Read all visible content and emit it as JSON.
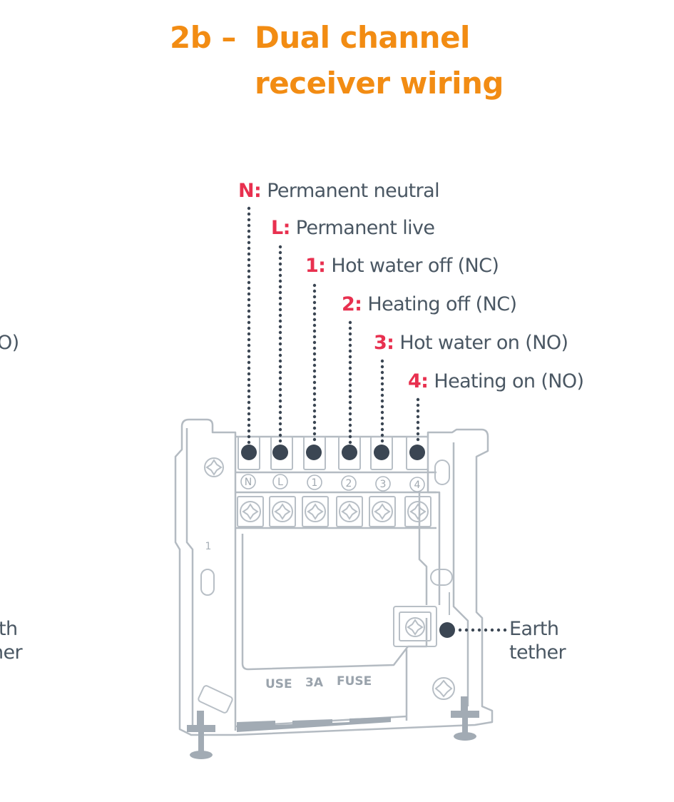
{
  "title": {
    "prefix": "2b –",
    "line1": "Dual channel",
    "line2": "receiver wiring",
    "color": "#f28c13"
  },
  "terminals": [
    {
      "key": "N:",
      "description": "Permanent neutral",
      "glyph": "N"
    },
    {
      "key": "L:",
      "description": "Permanent live",
      "glyph": "L"
    },
    {
      "key": "1:",
      "description": "Hot water off (NC)",
      "glyph": "1"
    },
    {
      "key": "2:",
      "description": "Heating off (NC)",
      "glyph": "2"
    },
    {
      "key": "3:",
      "description": "Hot water on (NO)",
      "glyph": "3"
    },
    {
      "key": "4:",
      "description": "Heating on (NO)",
      "glyph": "4"
    }
  ],
  "earth": {
    "line1": "Earth",
    "line2": "tether"
  },
  "device": {
    "fuse_text": [
      "USE",
      "3A",
      "FUSE"
    ],
    "switch_mark": "1"
  },
  "left_edge_fragments": {
    "upper": "O)",
    "lower_line1": "th",
    "lower_line2": "her"
  },
  "colors": {
    "key": "#e8304f",
    "text": "#4a5763",
    "outline": "#b4bbc2",
    "dot": "#3b4653"
  }
}
